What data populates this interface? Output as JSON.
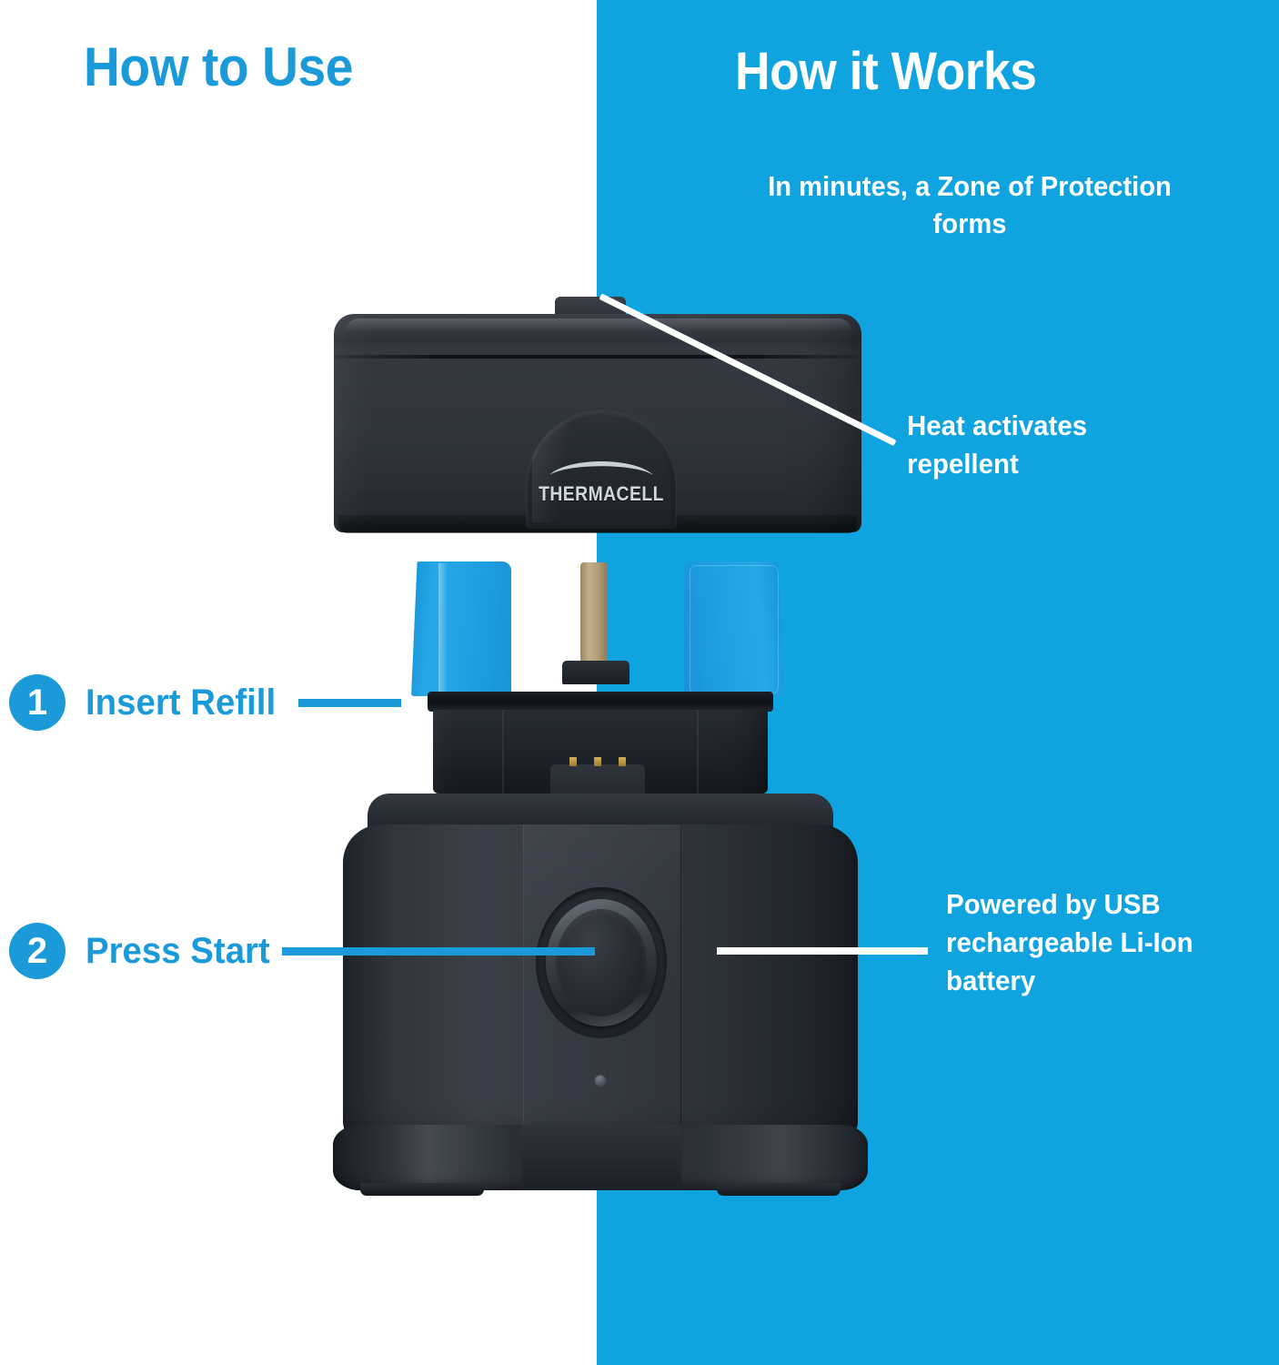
{
  "colors": {
    "brand_blue": "#0fa3e0",
    "heading_blue": "#1a9ad9",
    "white": "#ffffff",
    "product_dark": "#2c313a",
    "refill_blue": "#1fa0e2",
    "wick_tan": "#b09a72"
  },
  "left_panel": {
    "heading": "How to Use",
    "steps": [
      {
        "number": "1",
        "label": "Insert Refill"
      },
      {
        "number": "2",
        "label": "Press Start"
      }
    ]
  },
  "right_panel": {
    "heading": "How it Works",
    "subhead": "In minutes, a Zone of Protection forms",
    "callouts": [
      {
        "text": "Heat activates repellent"
      },
      {
        "text": "Powered by USB rechargeable Li-Ion battery"
      }
    ]
  },
  "product": {
    "brand_wordmark": "THERMACELL",
    "parts": [
      "lid",
      "refill-cartridge",
      "base-unit",
      "power-button",
      "led-indicator"
    ]
  }
}
